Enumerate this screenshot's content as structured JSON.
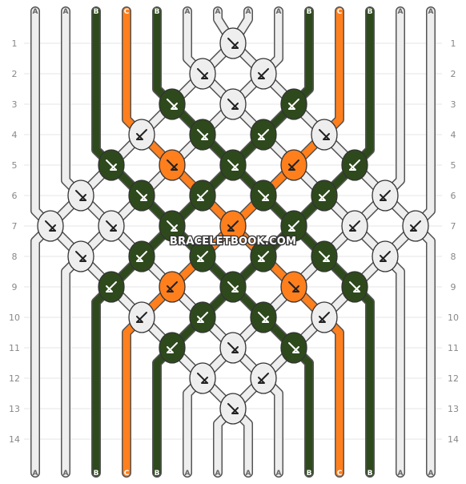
{
  "watermark": "BRACELETBOOK.COM",
  "strands": [
    {
      "letter": "A",
      "color": "#eeeeee"
    },
    {
      "letter": "A",
      "color": "#eeeeee"
    },
    {
      "letter": "B",
      "color": "#2e4a1d"
    },
    {
      "letter": "C",
      "color": "#ff7f1d"
    },
    {
      "letter": "B",
      "color": "#2e4a1d"
    },
    {
      "letter": "A",
      "color": "#eeeeee"
    },
    {
      "letter": "A",
      "color": "#eeeeee"
    },
    {
      "letter": "A",
      "color": "#eeeeee"
    },
    {
      "letter": "A",
      "color": "#eeeeee"
    },
    {
      "letter": "B",
      "color": "#2e4a1d"
    },
    {
      "letter": "C",
      "color": "#ff7f1d"
    },
    {
      "letter": "B",
      "color": "#2e4a1d"
    },
    {
      "letter": "A",
      "color": "#eeeeee"
    },
    {
      "letter": "A",
      "color": "#eeeeee"
    }
  ],
  "row_labels": [
    "1",
    "2",
    "3",
    "4",
    "5",
    "6",
    "7",
    "8",
    "9",
    "10",
    "11",
    "12",
    "13",
    "14"
  ],
  "rows": [
    {
      "knots": [
        {
          "col": 6,
          "color": "A",
          "dir": "right"
        }
      ]
    },
    {
      "knots": [
        {
          "col": 5,
          "color": "A",
          "dir": "right"
        },
        {
          "col": 7,
          "color": "A",
          "dir": "left"
        }
      ]
    },
    {
      "knots": [
        {
          "col": 4,
          "color": "B",
          "dir": "right"
        },
        {
          "col": 6,
          "color": "A",
          "dir": "right"
        },
        {
          "col": 8,
          "color": "B",
          "dir": "left"
        }
      ]
    },
    {
      "knots": [
        {
          "col": 3,
          "color": "A",
          "dir": "left"
        },
        {
          "col": 5,
          "color": "B",
          "dir": "right"
        },
        {
          "col": 7,
          "color": "B",
          "dir": "left"
        },
        {
          "col": 9,
          "color": "A",
          "dir": "right"
        }
      ]
    },
    {
      "knots": [
        {
          "col": 2,
          "color": "B",
          "dir": "right"
        },
        {
          "col": 4,
          "color": "C",
          "dir": "right"
        },
        {
          "col": 6,
          "color": "B",
          "dir": "right"
        },
        {
          "col": 8,
          "color": "C",
          "dir": "left"
        },
        {
          "col": 10,
          "color": "B",
          "dir": "left"
        }
      ]
    },
    {
      "knots": [
        {
          "col": 1,
          "color": "A",
          "dir": "right"
        },
        {
          "col": 3,
          "color": "B",
          "dir": "right"
        },
        {
          "col": 5,
          "color": "B",
          "dir": "left"
        },
        {
          "col": 7,
          "color": "B",
          "dir": "right"
        },
        {
          "col": 9,
          "color": "B",
          "dir": "left"
        },
        {
          "col": 11,
          "color": "A",
          "dir": "left"
        }
      ]
    },
    {
      "knots": [
        {
          "col": 0,
          "color": "A",
          "dir": "right"
        },
        {
          "col": 2,
          "color": "A",
          "dir": "right"
        },
        {
          "col": 4,
          "color": "B",
          "dir": "right"
        },
        {
          "col": 6,
          "color": "C",
          "dir": "left"
        },
        {
          "col": 8,
          "color": "B",
          "dir": "left"
        },
        {
          "col": 10,
          "color": "A",
          "dir": "left"
        },
        {
          "col": 12,
          "color": "A",
          "dir": "left"
        }
      ]
    },
    {
      "knots": [
        {
          "col": 1,
          "color": "A",
          "dir": "right"
        },
        {
          "col": 3,
          "color": "B",
          "dir": "left"
        },
        {
          "col": 5,
          "color": "B",
          "dir": "left"
        },
        {
          "col": 7,
          "color": "B",
          "dir": "left"
        },
        {
          "col": 9,
          "color": "B",
          "dir": "right"
        },
        {
          "col": 11,
          "color": "A",
          "dir": "left"
        }
      ]
    },
    {
      "knots": [
        {
          "col": 2,
          "color": "B",
          "dir": "left"
        },
        {
          "col": 4,
          "color": "C",
          "dir": "left"
        },
        {
          "col": 6,
          "color": "B",
          "dir": "right"
        },
        {
          "col": 8,
          "color": "C",
          "dir": "right"
        },
        {
          "col": 10,
          "color": "B",
          "dir": "right"
        }
      ]
    },
    {
      "knots": [
        {
          "col": 3,
          "color": "A",
          "dir": "left"
        },
        {
          "col": 5,
          "color": "B",
          "dir": "left"
        },
        {
          "col": 7,
          "color": "B",
          "dir": "right"
        },
        {
          "col": 9,
          "color": "A",
          "dir": "left"
        }
      ]
    },
    {
      "knots": [
        {
          "col": 4,
          "color": "B",
          "dir": "left"
        },
        {
          "col": 6,
          "color": "A",
          "dir": "right"
        },
        {
          "col": 8,
          "color": "B",
          "dir": "right"
        }
      ]
    },
    {
      "knots": [
        {
          "col": 5,
          "color": "A",
          "dir": "right"
        },
        {
          "col": 7,
          "color": "A",
          "dir": "left"
        }
      ]
    },
    {
      "knots": [
        {
          "col": 6,
          "color": "A",
          "dir": "right"
        }
      ]
    },
    {
      "knots": []
    }
  ]
}
